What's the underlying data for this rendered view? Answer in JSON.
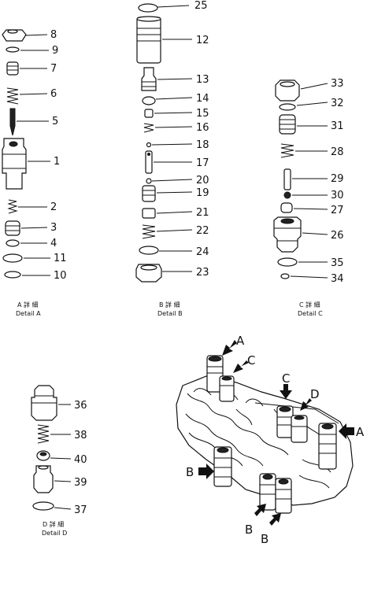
{
  "columns": [
    {
      "id": "A",
      "caption_top": "A 詳 細",
      "caption_bottom": "Detail A",
      "callouts": [
        "8",
        "9",
        "7",
        "6",
        "5",
        "1",
        "2",
        "3",
        "4",
        "11",
        "10"
      ]
    },
    {
      "id": "B",
      "caption_top": "B 詳 細",
      "caption_bottom": "Detail B",
      "callouts": [
        "25",
        "12",
        "13",
        "14",
        "15",
        "16",
        "18",
        "17",
        "20",
        "19",
        "21",
        "22",
        "24",
        "23"
      ]
    },
    {
      "id": "C",
      "caption_top": "C 詳 細",
      "caption_bottom": "Detail C",
      "callouts": [
        "33",
        "32",
        "31",
        "28",
        "29",
        "30",
        "27",
        "26",
        "35",
        "34"
      ]
    },
    {
      "id": "D",
      "caption_top": "D 詳 細",
      "caption_bottom": "Detail D",
      "callouts": [
        "36",
        "38",
        "40",
        "39",
        "37"
      ]
    }
  ],
  "assembly_labels": [
    "A",
    "C",
    "C",
    "D",
    "A",
    "B",
    "B",
    "B"
  ]
}
